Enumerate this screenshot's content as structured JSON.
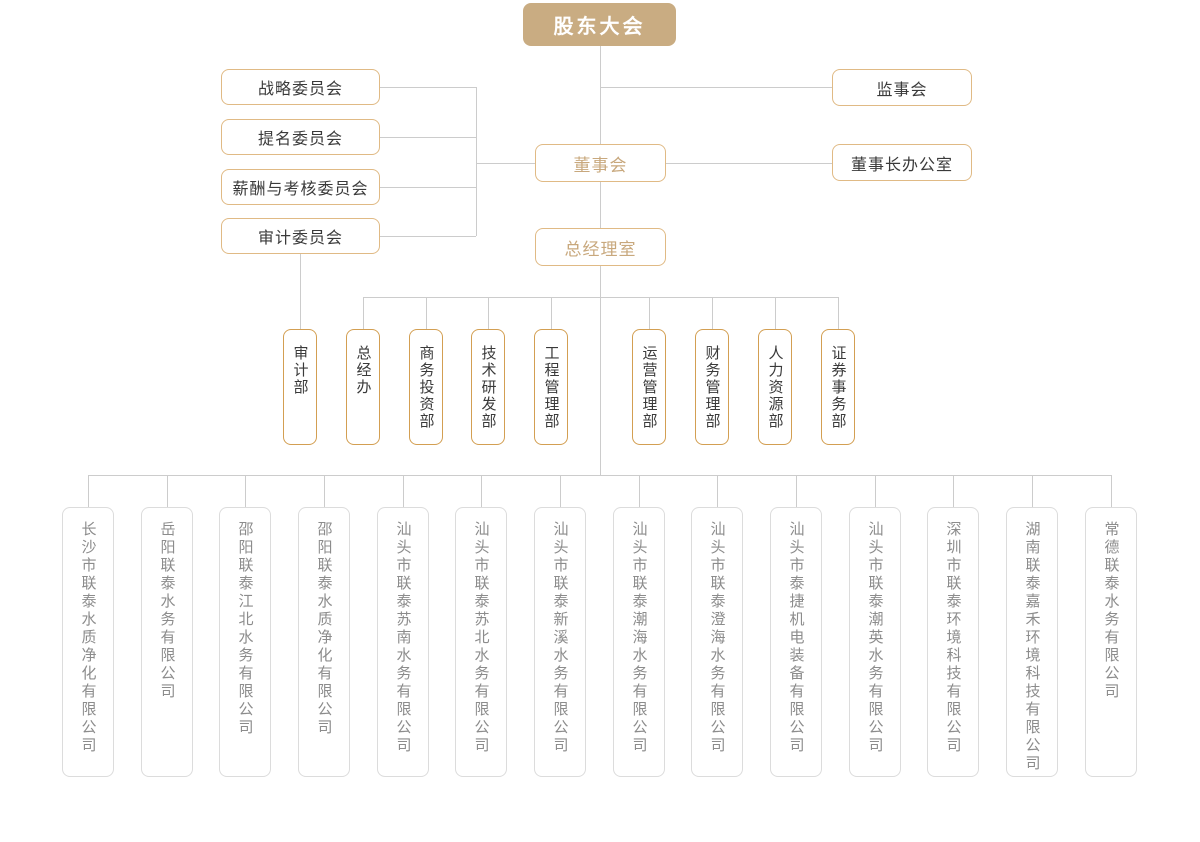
{
  "org": {
    "root": {
      "label": "股东大会"
    },
    "board": {
      "label": "董事会"
    },
    "gm_office": {
      "label": "总经理室"
    },
    "committees": [
      {
        "label": "战略委员会"
      },
      {
        "label": "提名委员会"
      },
      {
        "label": "薪酬与考核委员会"
      },
      {
        "label": "审计委员会"
      }
    ],
    "right_boxes": [
      {
        "label": "监事会"
      },
      {
        "label": "董事长办公室"
      }
    ],
    "departments": [
      {
        "label": "审计部"
      },
      {
        "label": "总经办"
      },
      {
        "label": "商务投资部"
      },
      {
        "label": "技术研发部"
      },
      {
        "label": "工程管理部"
      },
      {
        "label": "运营管理部"
      },
      {
        "label": "财务管理部"
      },
      {
        "label": "人力资源部"
      },
      {
        "label": "证券事务部"
      }
    ],
    "companies": [
      {
        "label": "长沙市联泰水质净化有限公司"
      },
      {
        "label": "岳阳联泰水务有限公司"
      },
      {
        "label": "邵阳联泰江北水务有限公司"
      },
      {
        "label": "邵阳联泰水质净化有限公司"
      },
      {
        "label": "汕头市联泰苏南水务有限公司"
      },
      {
        "label": "汕头市联泰苏北水务有限公司"
      },
      {
        "label": "汕头市联泰新溪水务有限公司"
      },
      {
        "label": "汕头市联泰潮海水务有限公司"
      },
      {
        "label": "汕头市联泰澄海水务有限公司"
      },
      {
        "label": "汕头市泰捷机电装备有限公司"
      },
      {
        "label": "汕头市联泰潮英水务有限公司"
      },
      {
        "label": "深圳市联泰环境科技有限公司"
      },
      {
        "label": "湖南联泰嘉禾环境科技有限公司"
      },
      {
        "label": "常德联泰水务有限公司"
      }
    ]
  },
  "colors": {
    "root_fill": "#c9ac82",
    "gold_border": "#e0ba85",
    "dept_border": "#d39f52",
    "gold_text": "#c8a87d",
    "dark_text": "#3a3a3a",
    "company_border": "#dcdcdc",
    "company_text": "#8c8c8c",
    "line": "#cccccc"
  }
}
